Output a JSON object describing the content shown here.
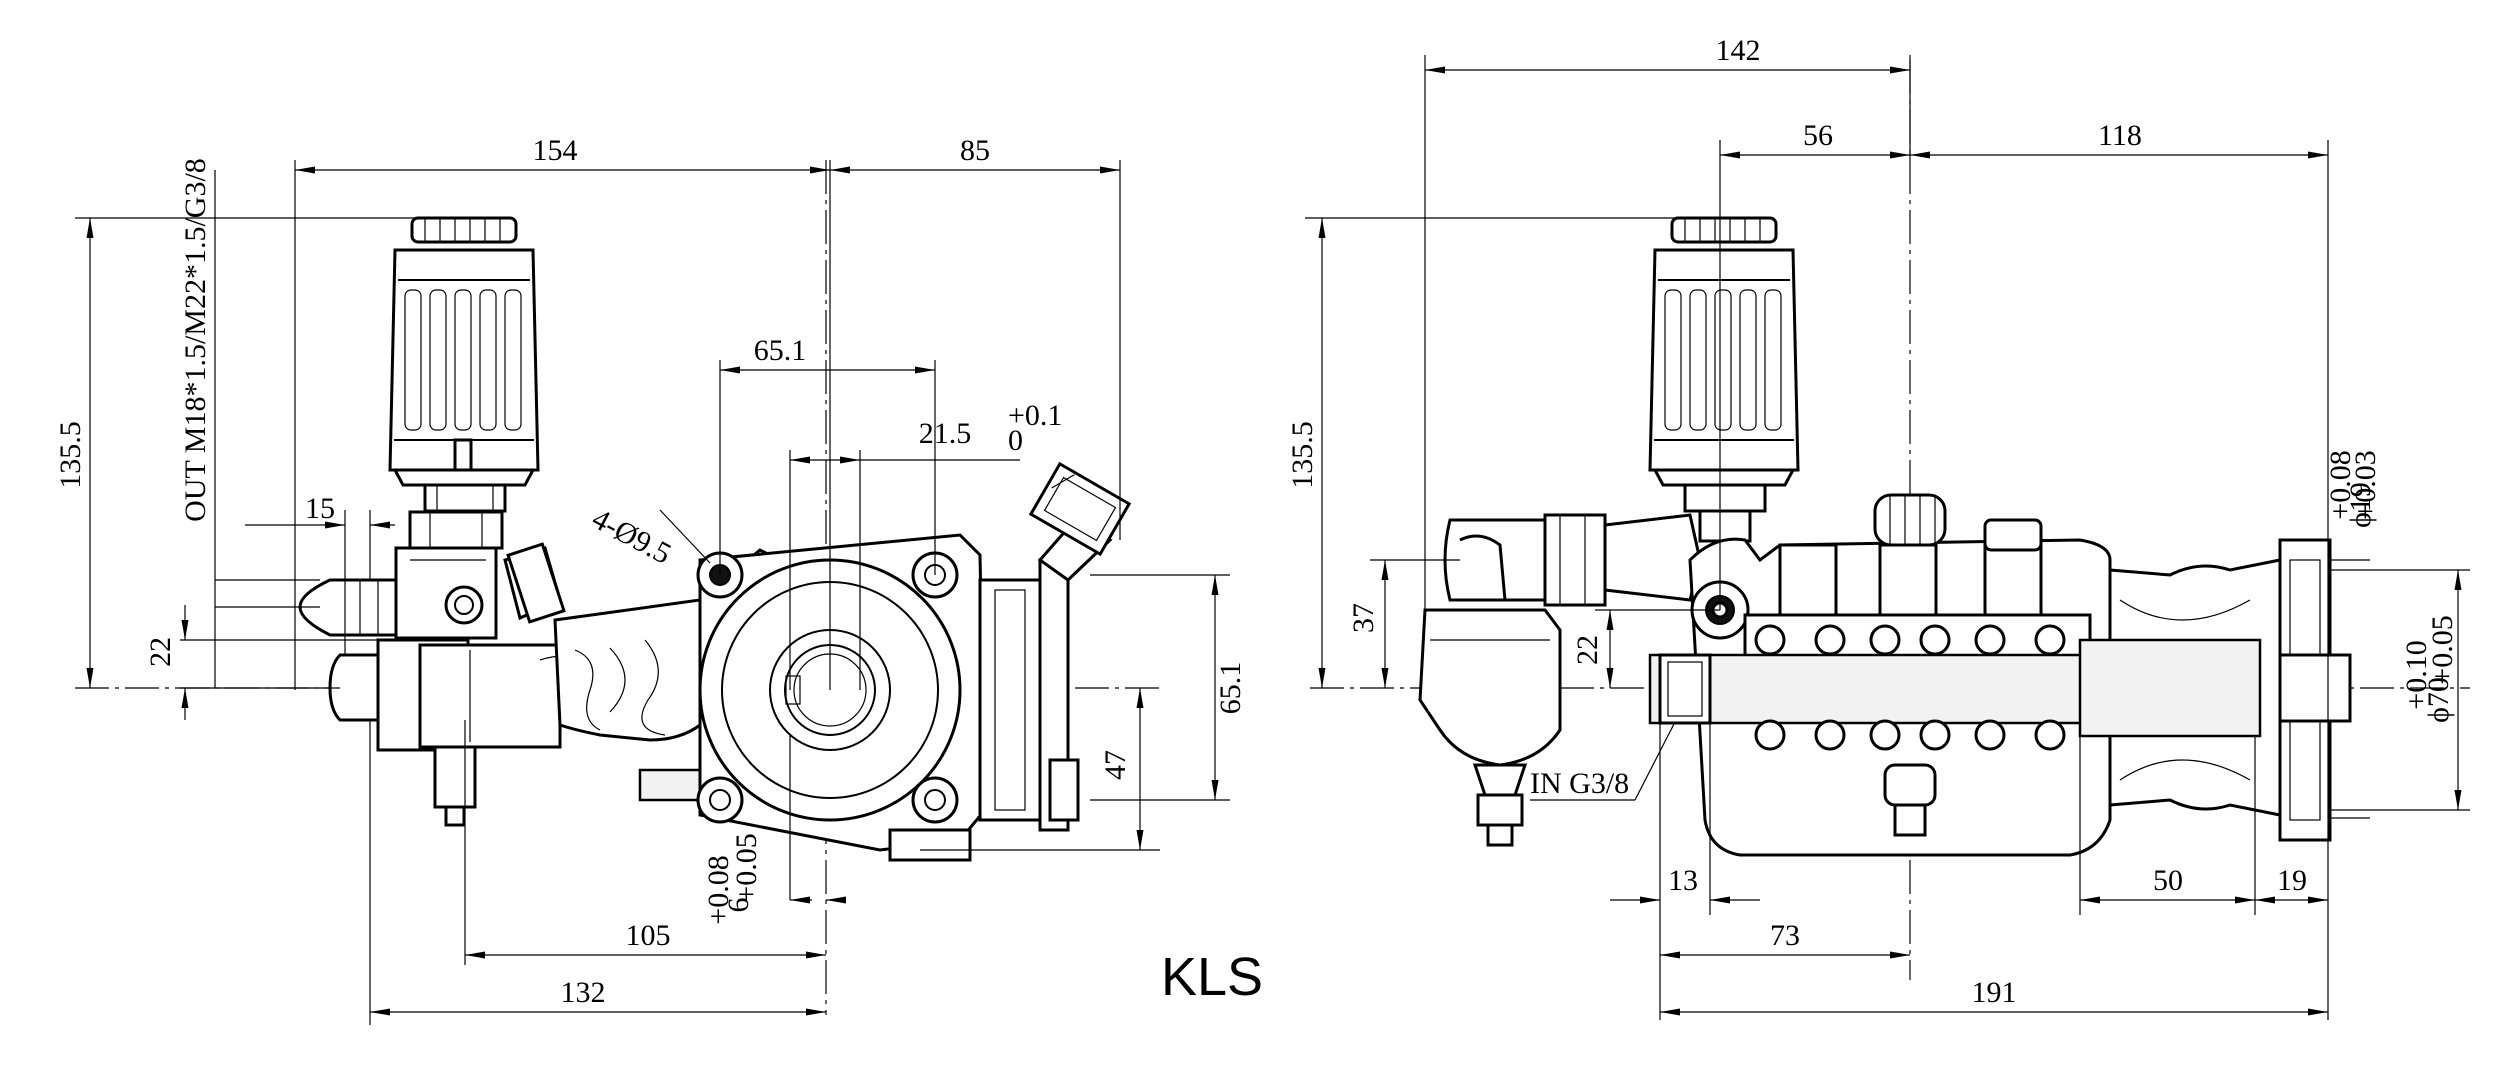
{
  "title": "KLS",
  "left_view": {
    "dims": {
      "d154": "154",
      "d85": "85",
      "d65_1_top": "65.1",
      "d21_5": "21.5",
      "d21_5_tol_upper": "+0.1",
      "d21_5_tol_lower": "0",
      "d15": "15",
      "d135_5": "135.5",
      "d22": "22",
      "d65_1_side": "65.1",
      "d47": "47",
      "d6": "6",
      "d6_tol_upper": "+0.08",
      "d6_tol_lower": "+0.05",
      "d105": "105",
      "d132": "132"
    },
    "holes_label": "4-Ø9.5",
    "outlet_label": "OUT M18*1.5/M22*1.5/G3/8"
  },
  "right_view": {
    "dims": {
      "d142": "142",
      "d56": "56",
      "d118": "118",
      "d135_5": "135.5",
      "d37": "37",
      "d22": "22",
      "d13": "13",
      "d73": "73",
      "d191": "191",
      "d50": "50",
      "d19": "19"
    },
    "shaft_label": "ϕ19",
    "shaft_tol_upper": "+0.08",
    "shaft_tol_lower": "+0.03",
    "flange_label": "ϕ70",
    "flange_tol_upper": "+0.10",
    "flange_tol_lower": "+0.05",
    "inlet_label": "IN G3/8"
  }
}
